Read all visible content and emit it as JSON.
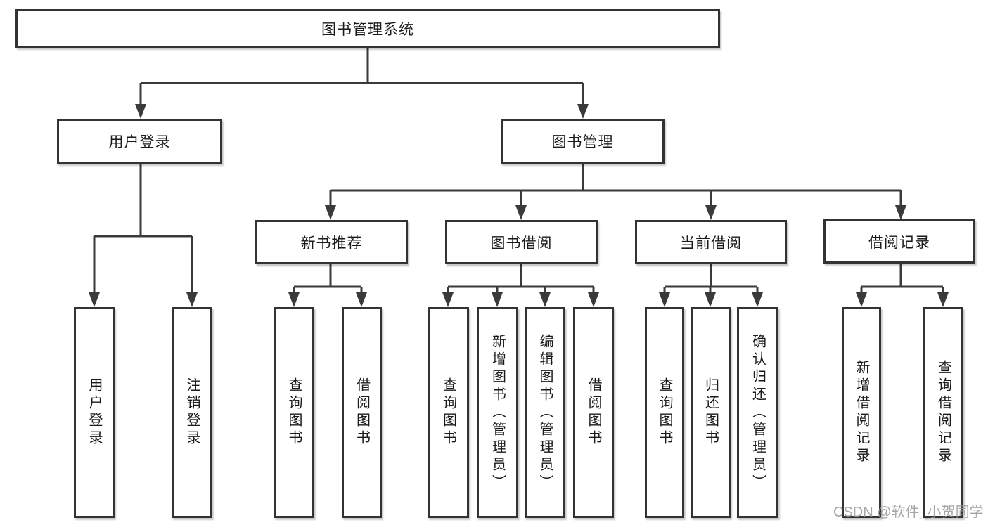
{
  "diagram": {
    "root": {
      "label": "图书管理系统"
    },
    "branches": [
      {
        "label": "用户登录",
        "children": [
          {
            "label": "用户登录"
          },
          {
            "label": "注销登录"
          }
        ]
      },
      {
        "label": "图书管理",
        "children": [
          {
            "label": "新书推荐",
            "children": [
              {
                "label": "查询图书"
              },
              {
                "label": "借阅图书"
              }
            ]
          },
          {
            "label": "图书借阅",
            "children": [
              {
                "label": "查询图书"
              },
              {
                "label": "新增图书（管理员）"
              },
              {
                "label": "编辑图书（管理员）"
              },
              {
                "label": "借阅图书"
              }
            ]
          },
          {
            "label": "当前借阅",
            "children": [
              {
                "label": "查询图书"
              },
              {
                "label": "归还图书"
              },
              {
                "label": "确认归还（管理员）"
              }
            ]
          },
          {
            "label": "借阅记录",
            "children": [
              {
                "label": "新增借阅记录"
              },
              {
                "label": "查询借阅记录"
              }
            ]
          }
        ]
      }
    ]
  },
  "watermark": {
    "text": "CSDN @软件_小贺同学"
  },
  "colors": {
    "box_border": "#333333",
    "connector_line": "#3a3a3a",
    "text": "#1a1a1a",
    "watermark": "#969696",
    "background": "#ffffff"
  }
}
